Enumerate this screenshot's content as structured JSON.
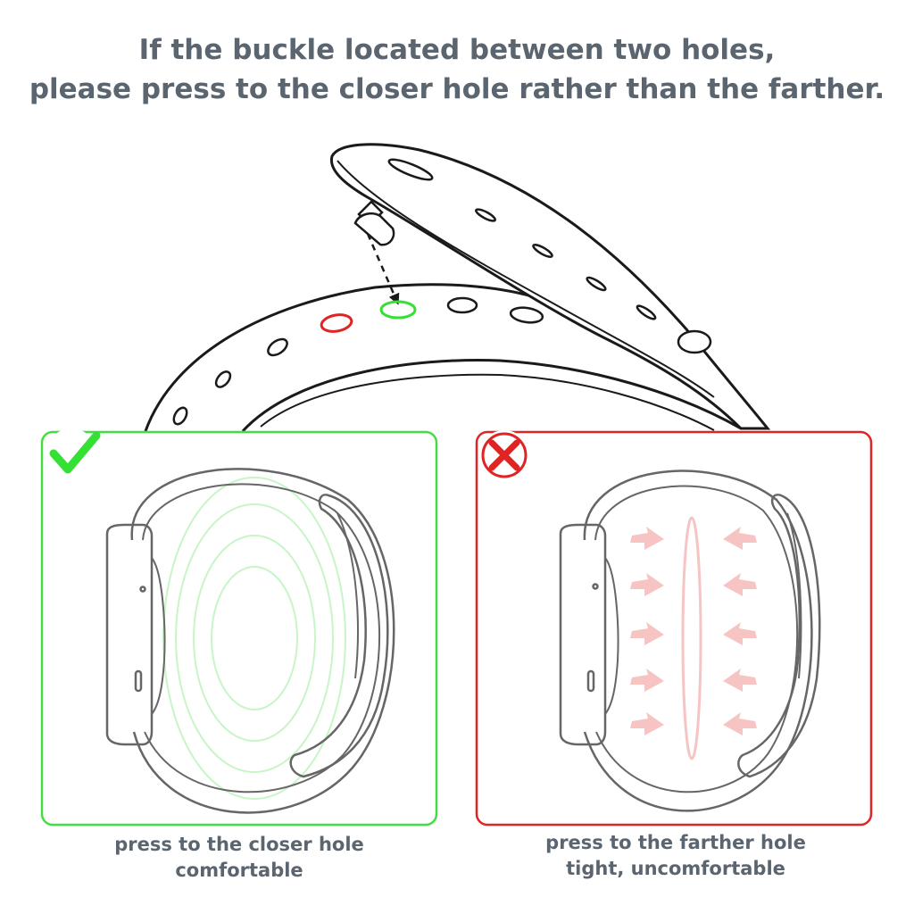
{
  "headline": {
    "line1": "If the buckle located between two holes,",
    "line2": "please press to the closer hole rather than the farther."
  },
  "panels": {
    "good": {
      "line1": "press to the closer hole",
      "line2": "comfortable",
      "color": "#33e033",
      "mark_icon": "check-icon"
    },
    "bad": {
      "line1": "press to the farther hole",
      "line2": "tight, uncomfortable",
      "color": "#e02424",
      "mark_icon": "cross-icon"
    }
  },
  "colors": {
    "text": "#5b6570",
    "outline": "#1a1a1a",
    "closer_hole": "#33e033",
    "farther_hole": "#e02424",
    "comfort_rings": "#c8f5c8",
    "pressure_arrows": "#f7c4c4"
  }
}
